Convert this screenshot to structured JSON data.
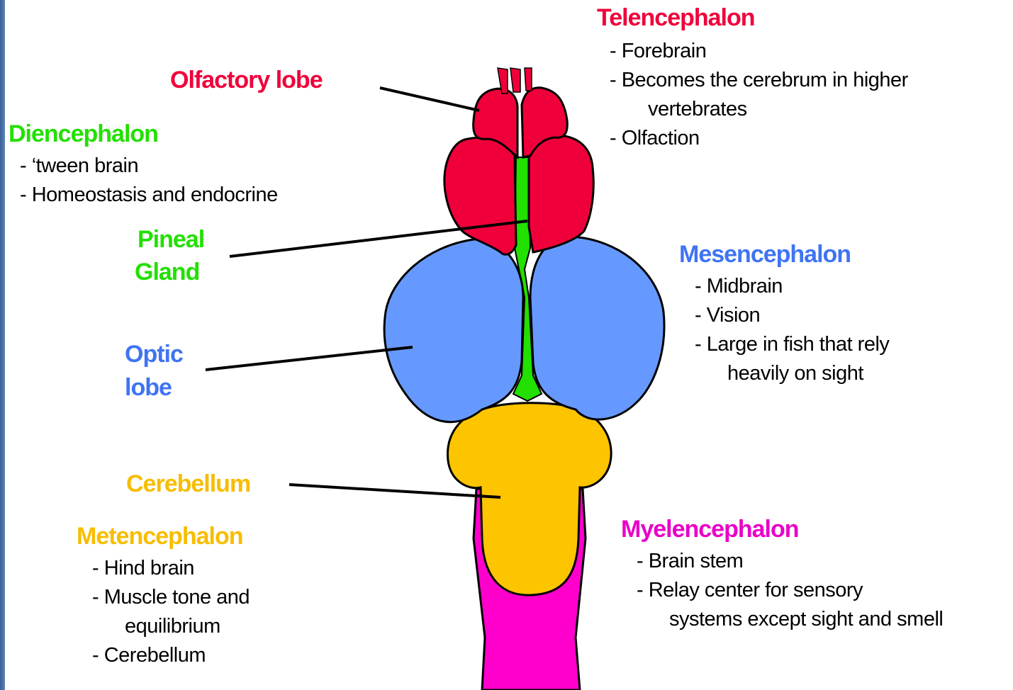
{
  "colors": {
    "telencephalon": "#f0003a",
    "diencephalon": "#22e000",
    "mesencephalon": "#6699ff",
    "metencephalon": "#fdc400",
    "myelencephalon": "#ff00cc"
  },
  "labels": {
    "olfactory_lobe": "Olfactory lobe",
    "pineal_gland_1": "Pineal",
    "pineal_gland_2": "Gland",
    "optic_lobe_1": "Optic",
    "optic_lobe_2": "lobe",
    "cerebellum": "Cerebellum"
  },
  "telencephalon": {
    "title": "Telencephalon",
    "items": [
      "- Forebrain",
      "- Becomes the cerebrum in higher",
      "vertebrates",
      "- Olfaction"
    ]
  },
  "diencephalon": {
    "title": "Diencephalon",
    "items": [
      "- ‘tween brain",
      "- Homeostasis and endocrine"
    ]
  },
  "mesencephalon": {
    "title": "Mesencephalon",
    "items": [
      "- Midbrain",
      "- Vision",
      "- Large in fish that rely",
      "heavily on sight"
    ]
  },
  "metencephalon": {
    "title": "Metencephalon",
    "items": [
      "- Hind brain",
      "- Muscle tone and",
      "equilibrium",
      "- Cerebellum"
    ]
  },
  "myelencephalon": {
    "title": "Myelencephalon",
    "items": [
      "- Brain stem",
      "- Relay center for sensory",
      "systems except sight and smell"
    ]
  }
}
